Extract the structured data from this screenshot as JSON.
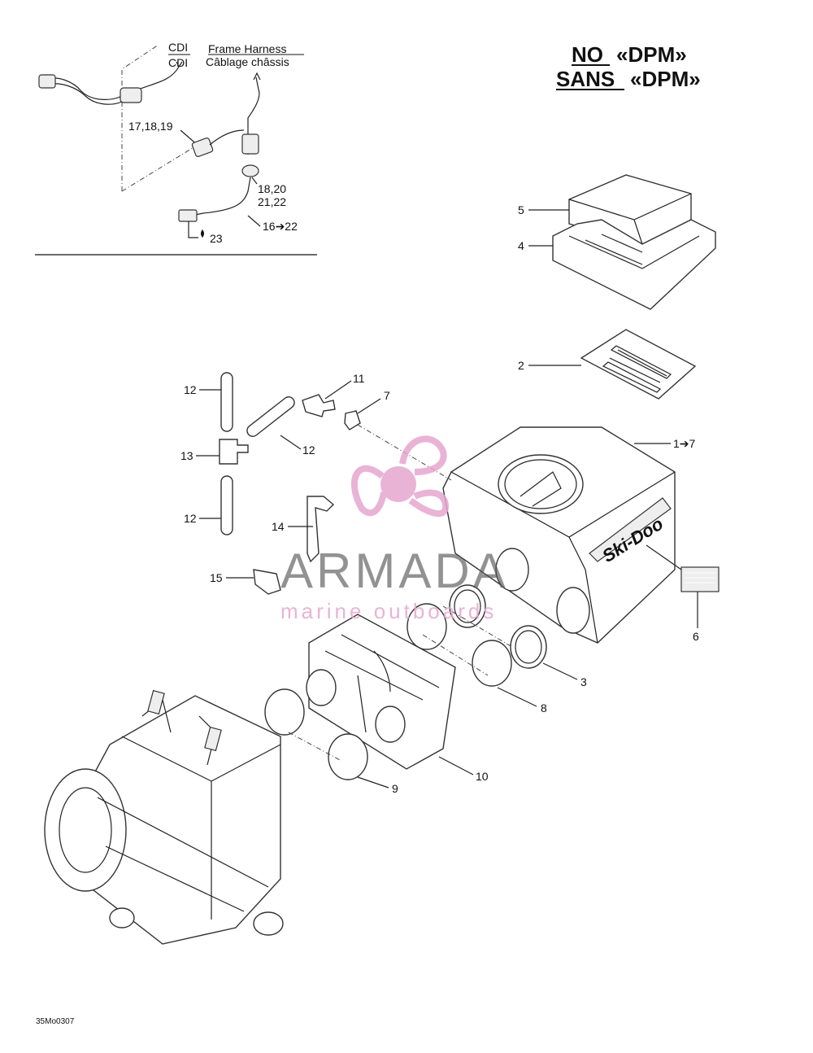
{
  "header": {
    "title_line1": "NO «DPM»",
    "title_line1_underlined": "NO",
    "title_line1_rest": "«DPM»",
    "title_line2_underlined": "SANS",
    "title_line2_rest": "«DPM»"
  },
  "inset": {
    "cdi_top": "CDI",
    "cdi_bottom": "CDI",
    "frame_harness_en": "Frame Harness",
    "frame_harness_fr": "Câblage châssis",
    "callout_17_18_19": "17,18,19",
    "callout_18_20": "18,20",
    "callout_21_22": "21,22",
    "callout_16_22": "16➔22",
    "callout_23": "23"
  },
  "callouts": {
    "c1_7": "1➔7",
    "c2": "2",
    "c3": "3",
    "c4": "4",
    "c5": "5",
    "c6": "6",
    "c7": "7",
    "c8": "8",
    "c9": "9",
    "c10": "10",
    "c11": "11",
    "c12a": "12",
    "c12b": "12",
    "c12c": "12",
    "c13": "13",
    "c14": "14",
    "c15": "15"
  },
  "airbox_brand": "Ski-Doo",
  "watermark": {
    "brand": "ARMADA",
    "tagline": "marine outboards",
    "color": "#e6a6cf"
  },
  "figure_code": "35Mo0307"
}
